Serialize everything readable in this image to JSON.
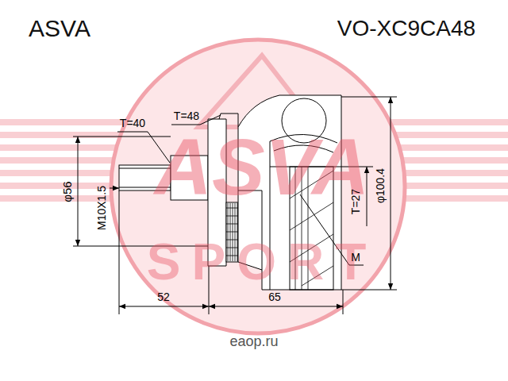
{
  "diagram": {
    "labels": [
      "ASVA",
      "VO-XC9CA48",
      "ASVA",
      "SPORT",
      "T=40",
      "T=48",
      "φ56",
      "M10X1.5",
      "T=27",
      "φ100.4",
      "M",
      "52",
      "65",
      "eaop.ru"
    ]
  }
}
